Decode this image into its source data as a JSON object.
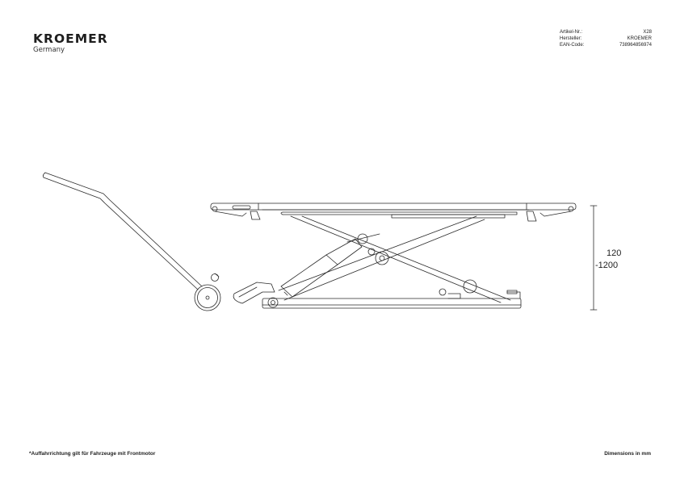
{
  "brand": {
    "name": "KROEMER",
    "sub": "Germany"
  },
  "meta": [
    {
      "label": "Artikel-Nr.:",
      "value": "X28"
    },
    {
      "label": "Hersteller:",
      "value": "KROEMER"
    },
    {
      "label": "EAN-Code:",
      "value": "738964856974"
    }
  ],
  "dimension": {
    "line1": "120",
    "line2": "-1200"
  },
  "footer": {
    "note": "*Auffahrrichtung gilt für Fahrzeuge mit Frontmotor",
    "units": "Dimensions in mm"
  }
}
